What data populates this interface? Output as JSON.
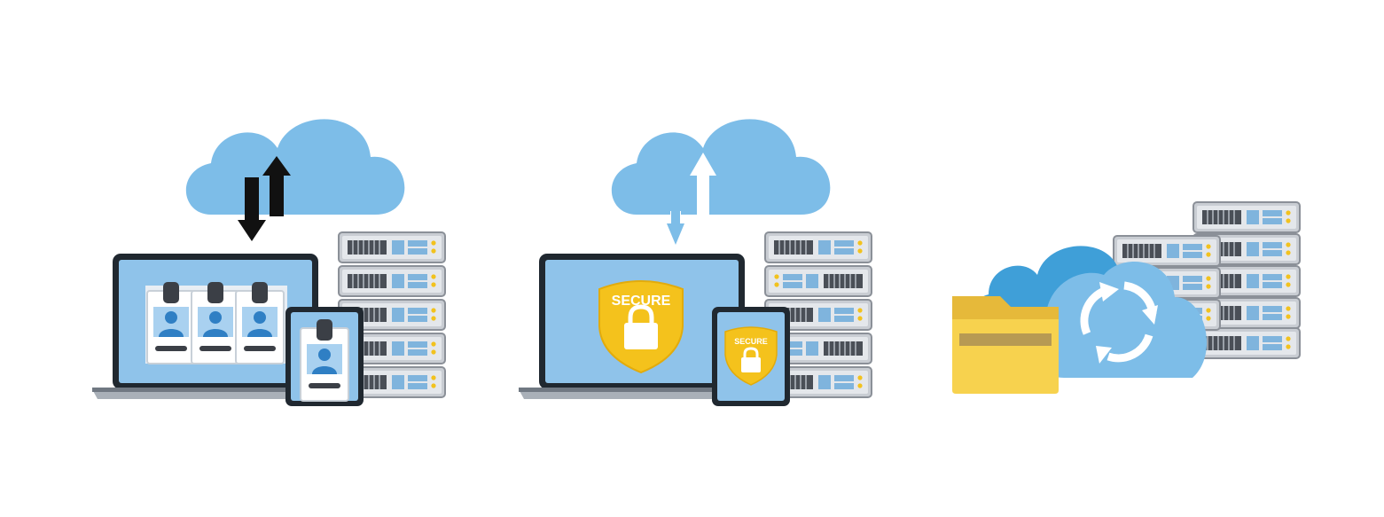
{
  "illustrations": [
    {
      "name": "cloud-sync-laptop-servers",
      "icons": [
        "cloud-icon",
        "upload-download-arrows-icon",
        "laptop-icon",
        "id-card-icon",
        "tablet-icon",
        "server-rack-icon"
      ]
    },
    {
      "name": "secure-cloud-upload",
      "icons": [
        "cloud-icon",
        "upload-arrow-icon",
        "laptop-icon",
        "shield-lock-icon",
        "tablet-icon",
        "server-rack-icon"
      ],
      "shield_text_large": "SECURE",
      "shield_text_small": "SECURE"
    },
    {
      "name": "cloud-backup-sync",
      "icons": [
        "folder-icon",
        "cloud-icon",
        "sync-arrows-icon",
        "server-rack-icon"
      ]
    }
  ],
  "colors": {
    "cloud": "#7dbde8",
    "cloud_dark": "#3f9fd8",
    "screen": "#8fc3ea",
    "device_frame": "#202830",
    "shield": "#f4c21c",
    "folder": "#f7d24e",
    "server": "#c9cdd3",
    "person": "#2f7fc4"
  }
}
